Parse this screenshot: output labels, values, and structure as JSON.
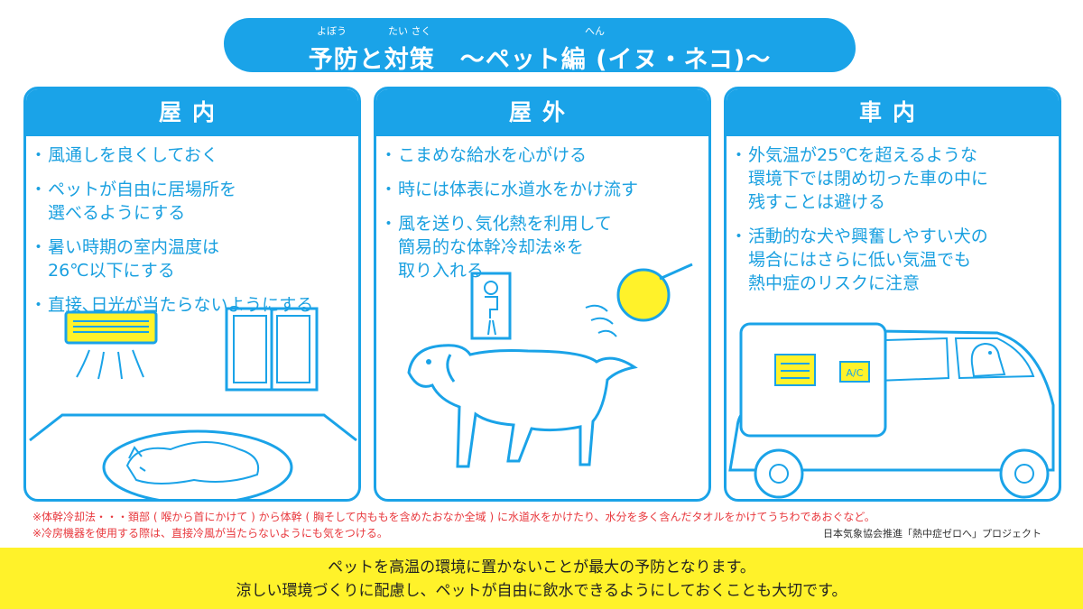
{
  "title": {
    "main": "予防と対策　～ペット編 (イヌ・ネコ)～",
    "ruby_yobou": "よぼう",
    "ruby_taisaku": "たい さく",
    "ruby_hen": "へん"
  },
  "panels": [
    {
      "heading": "屋内",
      "bullets": [
        "風通しを良くしておく",
        "ペットが自由に居場所を\n選べるようにする",
        "暑い時期の室内温度は\n26℃以下にする",
        "直接､日光が当たらないようにする"
      ]
    },
    {
      "heading": "屋外",
      "bullets": [
        "こまめな給水を心がける",
        "時には体表に水道水をかけ流す",
        "風を送り､気化熱を利用して\n簡易的な体幹冷却法※を\n取り入れる"
      ]
    },
    {
      "heading": "車内",
      "bullets": [
        "外気温が25℃を超えるような\n環境下では閉め切った車の中に\n残すことは避ける",
        "活動的な犬や興奮しやすい犬の\n場合にはさらに低い気温でも\n熱中症のリスクに注意"
      ]
    }
  ],
  "illustrations": {
    "ac_label": "A/C"
  },
  "notes": [
    "※体幹冷却法・・・頚部 ( 喉から首にかけて ) から体幹 ( 胸そして内ももを含めたおなか全域 ) に水道水をかけたり、水分を多く含んだタオルをかけてうちわであおぐなど。",
    "※冷房機器を使用する際は、直接冷風が当たらないようにも気をつける。"
  ],
  "credit": "日本気象協会推進「熱中症ゼロへ」プロジェクト",
  "footer": {
    "line1": "ペットを高温の環境に置かないことが最大の予防となります。",
    "line2": "涼しい環境づくりに配慮し、ペットが自由に飲水できるようにしておくことも大切です。"
  },
  "colors": {
    "accent_blue": "#1aa3e8",
    "highlight_yellow": "#fff22a",
    "note_red": "#e8383d"
  }
}
